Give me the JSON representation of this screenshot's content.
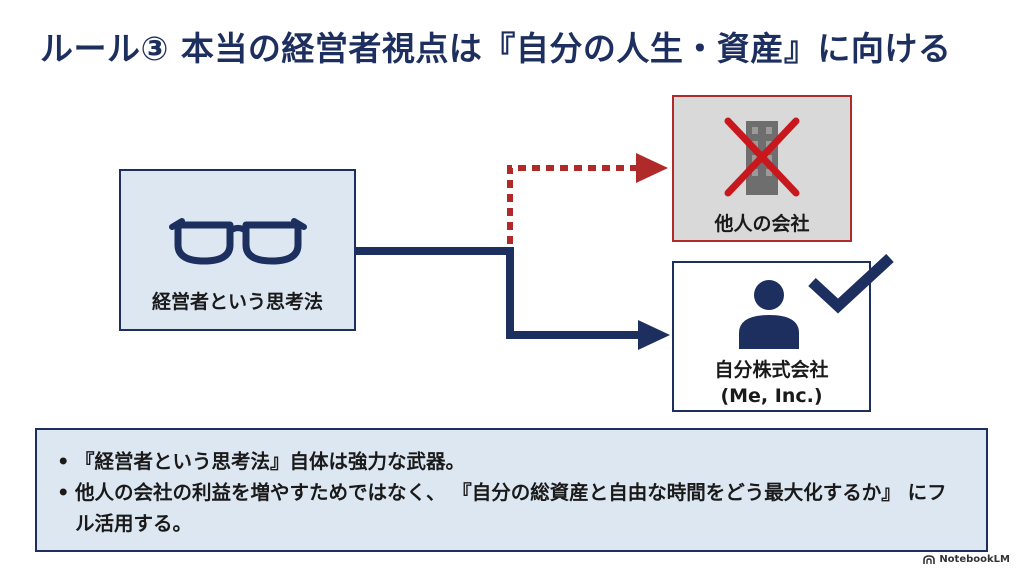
{
  "title": "ルール③ 本当の経営者視点は『自分の人生・資産』に向ける",
  "thinking": {
    "label": "経営者という思考法",
    "icon": "glasses-icon"
  },
  "other_company": {
    "label": "他人の会社",
    "icon": "building-crossed-icon",
    "status": "rejected"
  },
  "me_inc": {
    "label_line1": "自分株式会社",
    "label_line2": "(Me, Inc.)",
    "icon": "person-icon",
    "status": "approved"
  },
  "summary": {
    "bullets": [
      "『経営者という思考法』自体は強力な武器。",
      "他人の会社の利益を増やすためではなく、 『自分の総資産と自由な時間をどう最大化するか』 にフル活用する。"
    ]
  },
  "branding": {
    "label": "NotebookLM"
  },
  "colors": {
    "navy": "#1c2f5e",
    "light_blue": "#dde7f2",
    "red": "#b02a2a",
    "gray": "#d9d9d9"
  }
}
